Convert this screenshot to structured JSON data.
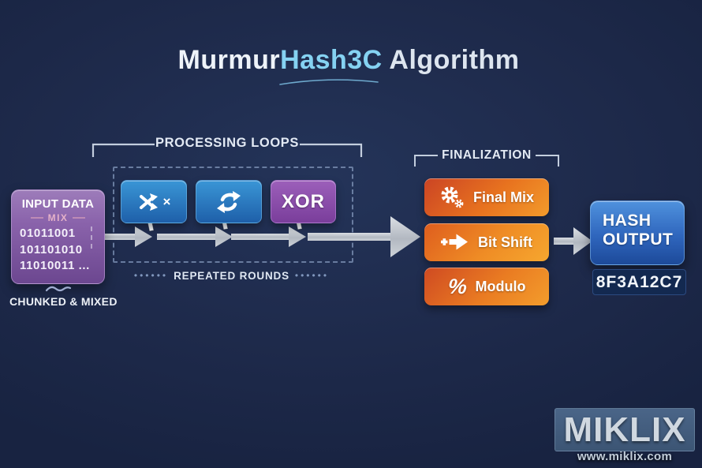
{
  "title": {
    "prefix": "Murmur",
    "highlight": "Hash3C",
    "suffix": " Algorithm"
  },
  "input_data": {
    "heading": "INPUT DATA",
    "mix_label": "MIX",
    "binary_lines": [
      "01011001",
      "101101010",
      "11010011 ..."
    ],
    "caption": "CHUNKED & MIXED"
  },
  "processing_loops": {
    "header": "PROCESSING LOOPS",
    "multiply_sign": "×",
    "xor_label": "XOR",
    "repeated_dots": "••••••",
    "repeated_label": "REPEATED ROUNDS",
    "icons": [
      "shuffle-multiply-icon",
      "rotate-cycle-icon",
      "xor-text"
    ]
  },
  "finalization": {
    "header": "FINALIZATION",
    "steps": [
      {
        "label": "Final Mix",
        "icon": "gears-icon"
      },
      {
        "label": "Bit Shift",
        "icon": "plus-arrow-icon"
      },
      {
        "label": "Modulo",
        "icon": "percent-icon",
        "glyph": "%"
      }
    ]
  },
  "hash_output": {
    "heading_line1": "HASH",
    "heading_line2": "OUTPUT",
    "value": "8F3A12C7"
  },
  "branding": {
    "logo_text": "MIKLIX",
    "website": "www.miklix.com"
  },
  "colors": {
    "background": "#1e2a4b",
    "title_highlight": "#85d2f2",
    "process_blue": "#2b7fc4",
    "xor_purple": "#8a4fa8",
    "input_purple": "#8a64a8",
    "finalize_orange": "#e8731f",
    "output_blue": "#2f66bd",
    "arrow_silver": "#b9c0c9"
  }
}
